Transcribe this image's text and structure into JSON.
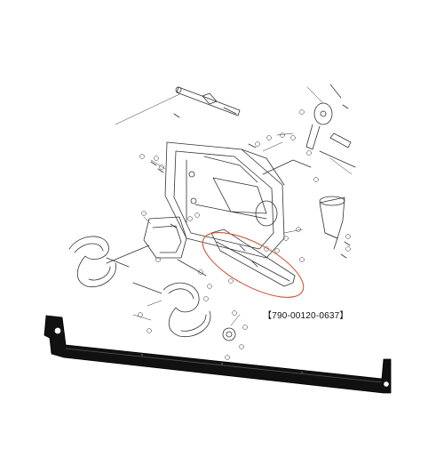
{
  "part_number_label": "【790-00120-0637】",
  "colors": {
    "highlight": "#d0553a",
    "line": "#333333",
    "bar": "#111111"
  },
  "icons": [
    "exploded-auger-housing-diagram",
    "shave-plate-bar-photo"
  ]
}
